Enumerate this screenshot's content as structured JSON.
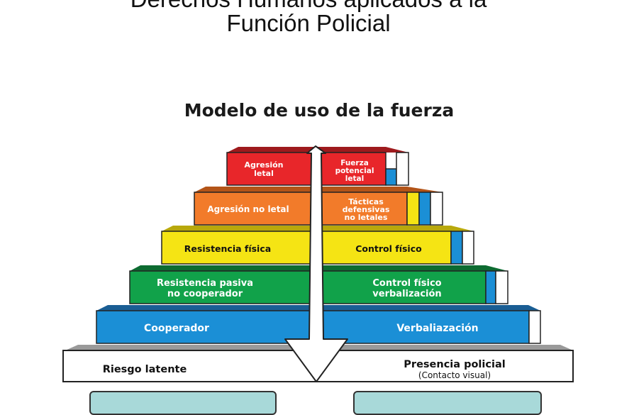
{
  "slide": {
    "title_line1": "Derechos Humanos aplicados a la",
    "title_line2": "Función Policial",
    "diagram_title": "Modelo de uso de la fuerza"
  },
  "pyramid": {
    "levels": [
      {
        "left": "Agresión letal",
        "right": "Fuerza potencial letal",
        "color": "#e8262a"
      },
      {
        "left": "Agresión no letal",
        "right": "Tácticas defensivas no letales",
        "color": "#f27b2a"
      },
      {
        "left": "Resistencia física",
        "right": "Control físico",
        "color": "#f5e414"
      },
      {
        "left": "Resistencia pasiva no cooperador",
        "right": "Control físico verbalización",
        "color": "#11a24a"
      },
      {
        "left": "Cooperador",
        "right": "Verbaliazación",
        "color": "#1b8fd6"
      }
    ],
    "base": {
      "left": "Riesgo latente",
      "right": "Presencia policial",
      "right_sub": "(Contacto visual)"
    }
  }
}
